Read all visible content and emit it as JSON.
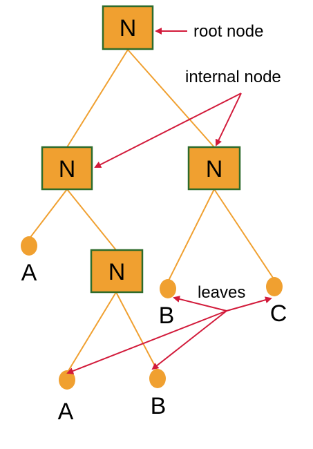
{
  "colors": {
    "node_fill": "#f0a030",
    "node_border": "#2e6b2b",
    "edge": "#f0a030",
    "annotation_arrow": "#d21a3a"
  },
  "nodes": {
    "root": "N",
    "left": "N",
    "right": "N",
    "left_child": "N"
  },
  "leaves": {
    "left_a": "A",
    "bottom_a": "A",
    "bottom_b": "B",
    "right_b": "B",
    "right_c": "C"
  },
  "annotations": {
    "root_node": "root node",
    "internal_node": "internal node",
    "leaves": "leaves"
  }
}
